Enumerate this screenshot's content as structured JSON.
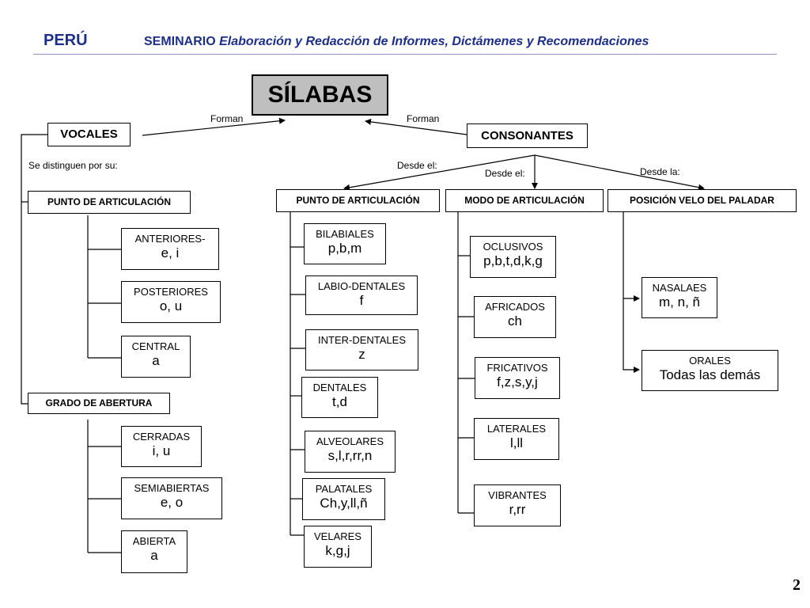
{
  "header": {
    "country": "PERÚ",
    "seminar_prefix": "SEMINARIO",
    "seminar_title": "Elaboración y Redacción de Informes, Dictámenes y Recomendaciones",
    "accent_color": "#1c2f8c"
  },
  "page_number": "2",
  "diagram": {
    "root": "SÍLABAS",
    "link_left": "Forman",
    "link_right": "Forman",
    "vocales": {
      "label": "VOCALES",
      "note": "Se distinguen por su:",
      "punto": {
        "label": "PUNTO DE ARTICULACIÓN",
        "items": [
          {
            "title": "ANTERIORES-",
            "value": "e, i"
          },
          {
            "title": "POSTERIORES",
            "value": "o, u"
          },
          {
            "title": "CENTRAL",
            "value": "a"
          }
        ]
      },
      "grado": {
        "label": "GRADO DE ABERTURA",
        "items": [
          {
            "title": "CERRADAS",
            "value": "i, u"
          },
          {
            "title": "SEMIABIERTAS",
            "value": "e, o"
          },
          {
            "title": "ABIERTA",
            "value": "a"
          }
        ]
      }
    },
    "consonantes": {
      "label": "CONSONANTES",
      "desde_el_1": "Desde el:",
      "desde_el_2": "Desde el:",
      "desde_la": "Desde la:",
      "punto": {
        "label": "PUNTO DE ARTICULACIÓN",
        "items": [
          {
            "title": "BILABIALES",
            "value": "p,b,m"
          },
          {
            "title": "LABIO-DENTALES",
            "value": "f"
          },
          {
            "title": "INTER-DENTALES",
            "value": "z"
          },
          {
            "title": "DENTALES",
            "value": "t,d"
          },
          {
            "title": "ALVEOLARES",
            "value": "s,l,r,rr,n"
          },
          {
            "title": "PALATALES",
            "value": "Ch,y,ll,ñ"
          },
          {
            "title": "VELARES",
            "value": "k,g,j"
          }
        ]
      },
      "modo": {
        "label": "MODO DE ARTICULACIÓN",
        "items": [
          {
            "title": "OCLUSIVOS",
            "value": "p,b,t,d,k,g"
          },
          {
            "title": "AFRICADOS",
            "value": "ch"
          },
          {
            "title": "FRICATIVOS",
            "value": "f,z,s,y,j"
          },
          {
            "title": "LATERALES",
            "value": "l,ll"
          },
          {
            "title": "VIBRANTES",
            "value": "r,rr"
          }
        ]
      },
      "posicion": {
        "label": "POSICIÓN VELO DEL PALADAR",
        "items": [
          {
            "title": "NASALAES",
            "value": "m, n, ñ"
          },
          {
            "title": "ORALES",
            "value": "Todas las demás"
          }
        ]
      }
    }
  }
}
